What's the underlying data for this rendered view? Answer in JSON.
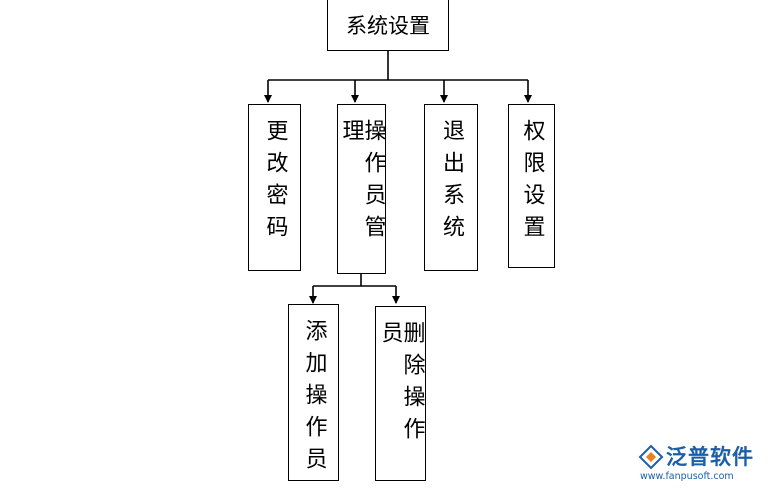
{
  "root": {
    "label": "系统设置"
  },
  "level1": [
    {
      "label": "更改密码"
    },
    {
      "label": "操作员管理"
    },
    {
      "label": "退出系统"
    },
    {
      "label": "权限设置"
    }
  ],
  "level2": [
    {
      "label": "添加操作员"
    },
    {
      "label": "删除操作员"
    }
  ],
  "watermark": {
    "brand": "泛普软件",
    "url": "www.fanpusoft.com"
  }
}
